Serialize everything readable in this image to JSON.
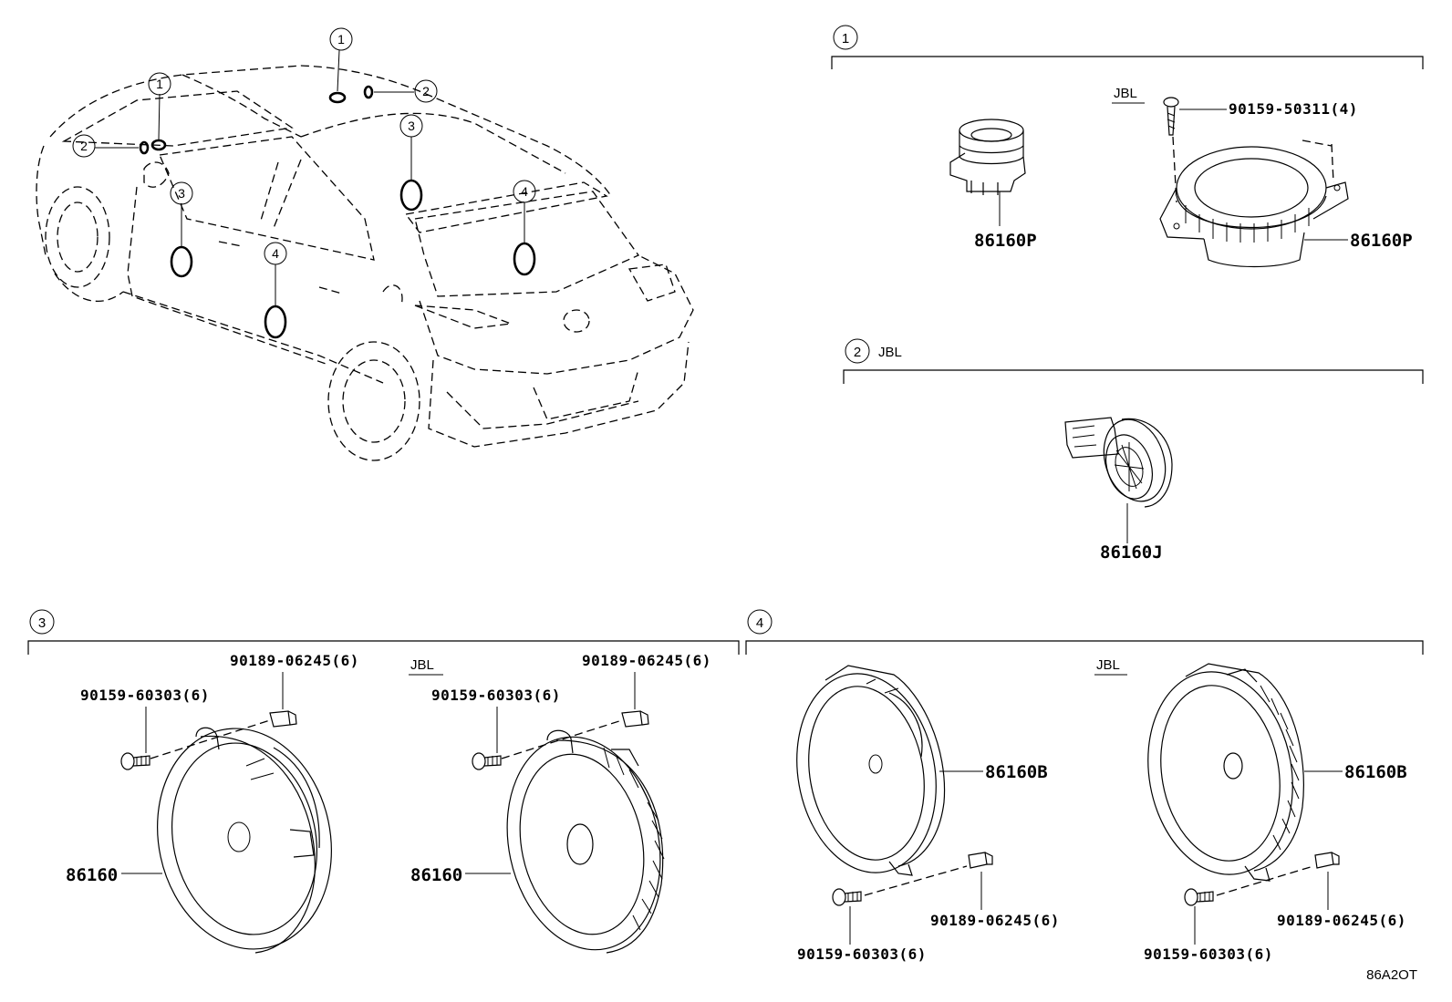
{
  "callouts": {
    "c1": "1",
    "c2": "2",
    "c3": "3",
    "c4": "4"
  },
  "variant": {
    "jbl": "JBL"
  },
  "parts": {
    "tweeter_std": "86160P",
    "tweeter_jbl": "86160P",
    "jbl_screw": "90159-50311(4)",
    "jbl_rear_tweeter": "86160J",
    "front_door_speaker": "86160",
    "front_door_speaker_jbl": "86160",
    "rear_door_speaker": "86160B",
    "rear_door_speaker_jbl": "86160B",
    "clip": "90189-06245(6)",
    "screw": "90159-60303(6)"
  },
  "diagram_code": "86A2OT"
}
